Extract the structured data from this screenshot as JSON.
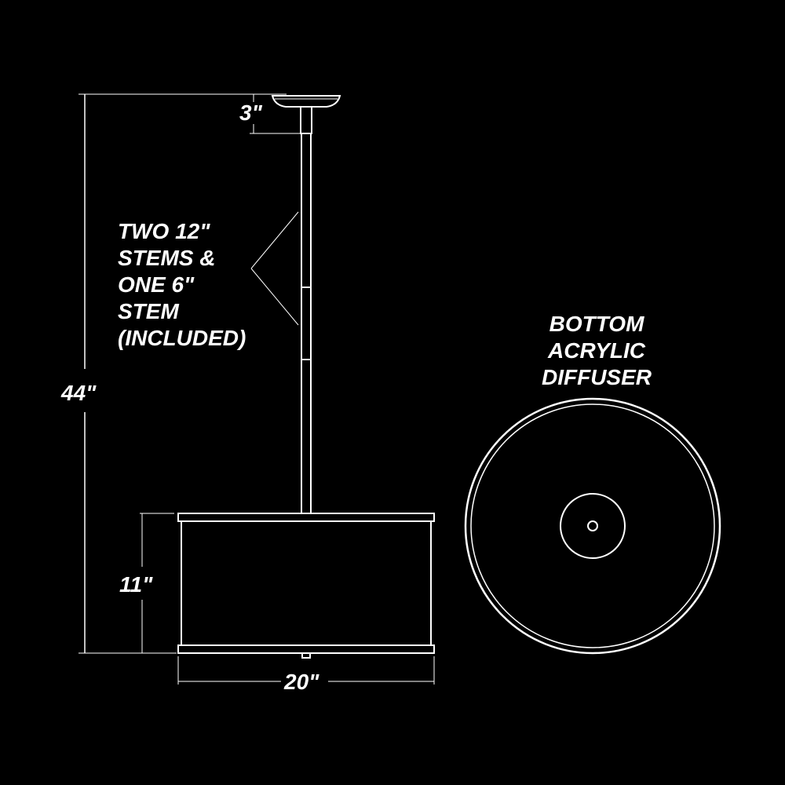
{
  "callout": {
    "lines": [
      "TWO 12\"",
      "STEMS &",
      "ONE 6\"",
      "STEM",
      "(INCLUDED)"
    ]
  },
  "bottom_view": {
    "title_lines": [
      "BOTTOM",
      "ACRYLIC",
      "DIFFUSER"
    ]
  },
  "dimensions": {
    "overall_height": "44\"",
    "canopy_height": "3\"",
    "shade_height": "11\"",
    "shade_width": "20\""
  },
  "colors": {
    "background": "#000000",
    "line": "#ffffff"
  }
}
